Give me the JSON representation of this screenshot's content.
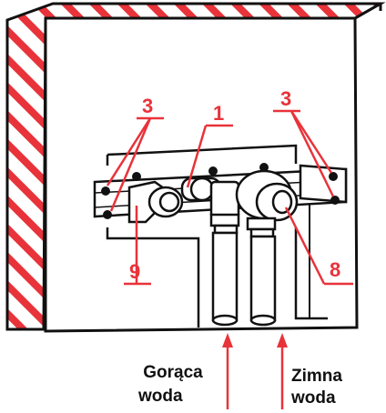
{
  "diagram": {
    "callouts": {
      "mount_left": "3",
      "mount_right": "3",
      "body": "1",
      "hot_valve": "9",
      "cold_valve": "8"
    },
    "labels": {
      "hot_line1": "Gorąca",
      "hot_line2": "woda",
      "cold_line1": "Zimna",
      "cold_line2": "woda"
    },
    "colors": {
      "accent": "#e8333a",
      "line": "#111111",
      "background": "#ffffff"
    }
  }
}
